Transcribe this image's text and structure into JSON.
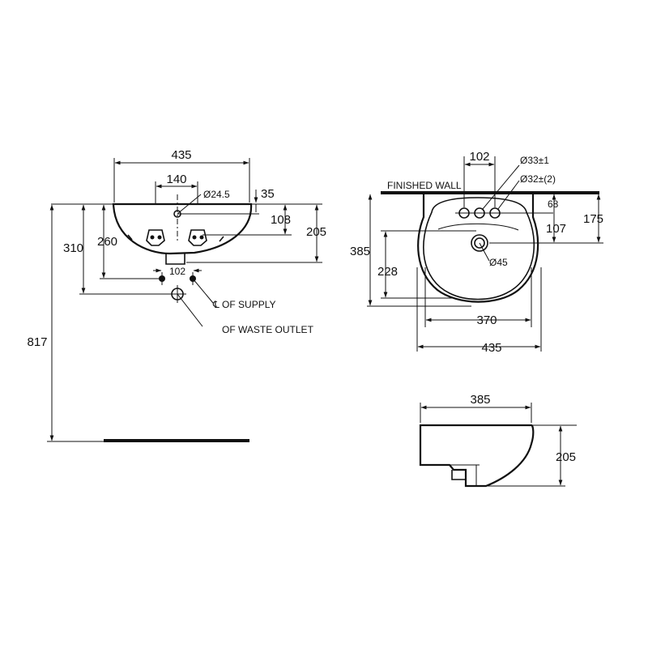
{
  "front_view": {
    "width_label": "435",
    "tap_spacing_label": "140",
    "tap_hole_dia_label": "Ø24.5",
    "rim_top_label": "35",
    "tap_height_label": "108",
    "overall_depth_label": "205",
    "supply_height_label": "310",
    "waste_height_label": "260",
    "supply_spacing_label": "102",
    "supply_note": "℄ OF SUPPLY",
    "waste_note": "OF WASTE OUTLET",
    "floor_to_rim_label": "817"
  },
  "plan_view": {
    "tap_spacing_label": "102",
    "tap_hole_dia_1": "Ø33±1",
    "tap_hole_dia_2": "Ø32±(2)",
    "wall_label": "FINISHED WALL",
    "tap_offset_label": "68",
    "waste_offset_label": "107",
    "bowl_depth_label": "175",
    "overall_projection_label": "385",
    "waste_projection_label": "228",
    "waste_dia_label": "Ø45",
    "inner_width_label": "370",
    "outer_width_label": "435"
  },
  "side_view": {
    "projection_label": "385",
    "height_label": "205"
  }
}
